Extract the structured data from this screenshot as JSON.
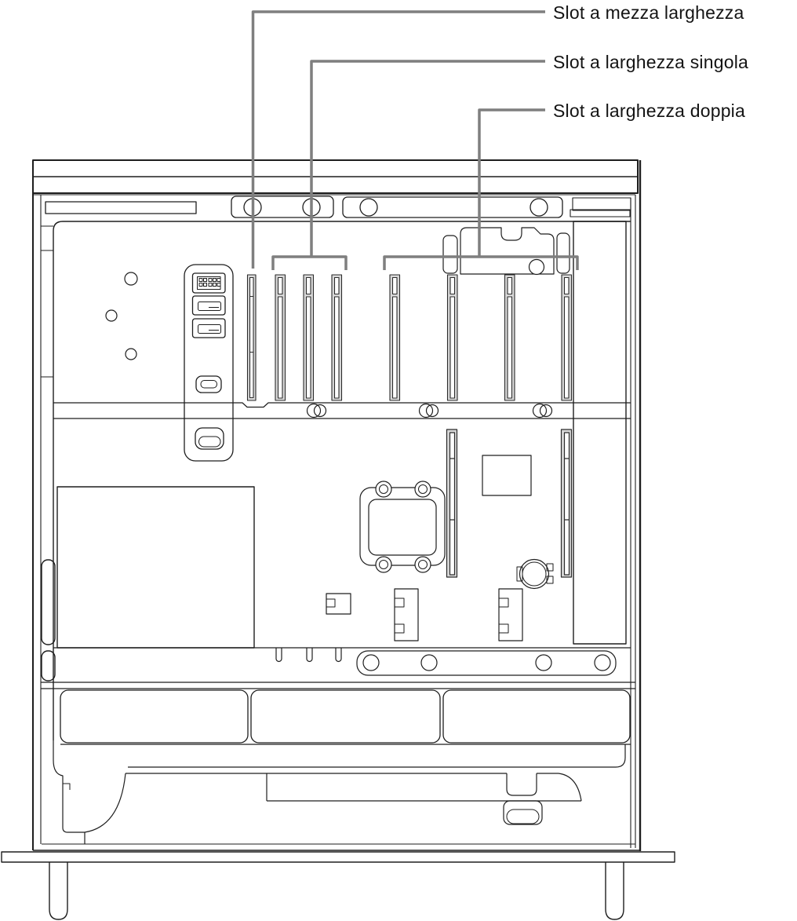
{
  "callouts": [
    {
      "label": "Slot a mezza larghezza"
    },
    {
      "label": "Slot a larghezza singola"
    },
    {
      "label": "Slot a larghezza doppia"
    }
  ],
  "colors": {
    "background": "#ffffff",
    "line_art": "#1e1e1e",
    "leader_line": "#7f7f7f",
    "slot_fill": "#d9d9d9"
  }
}
